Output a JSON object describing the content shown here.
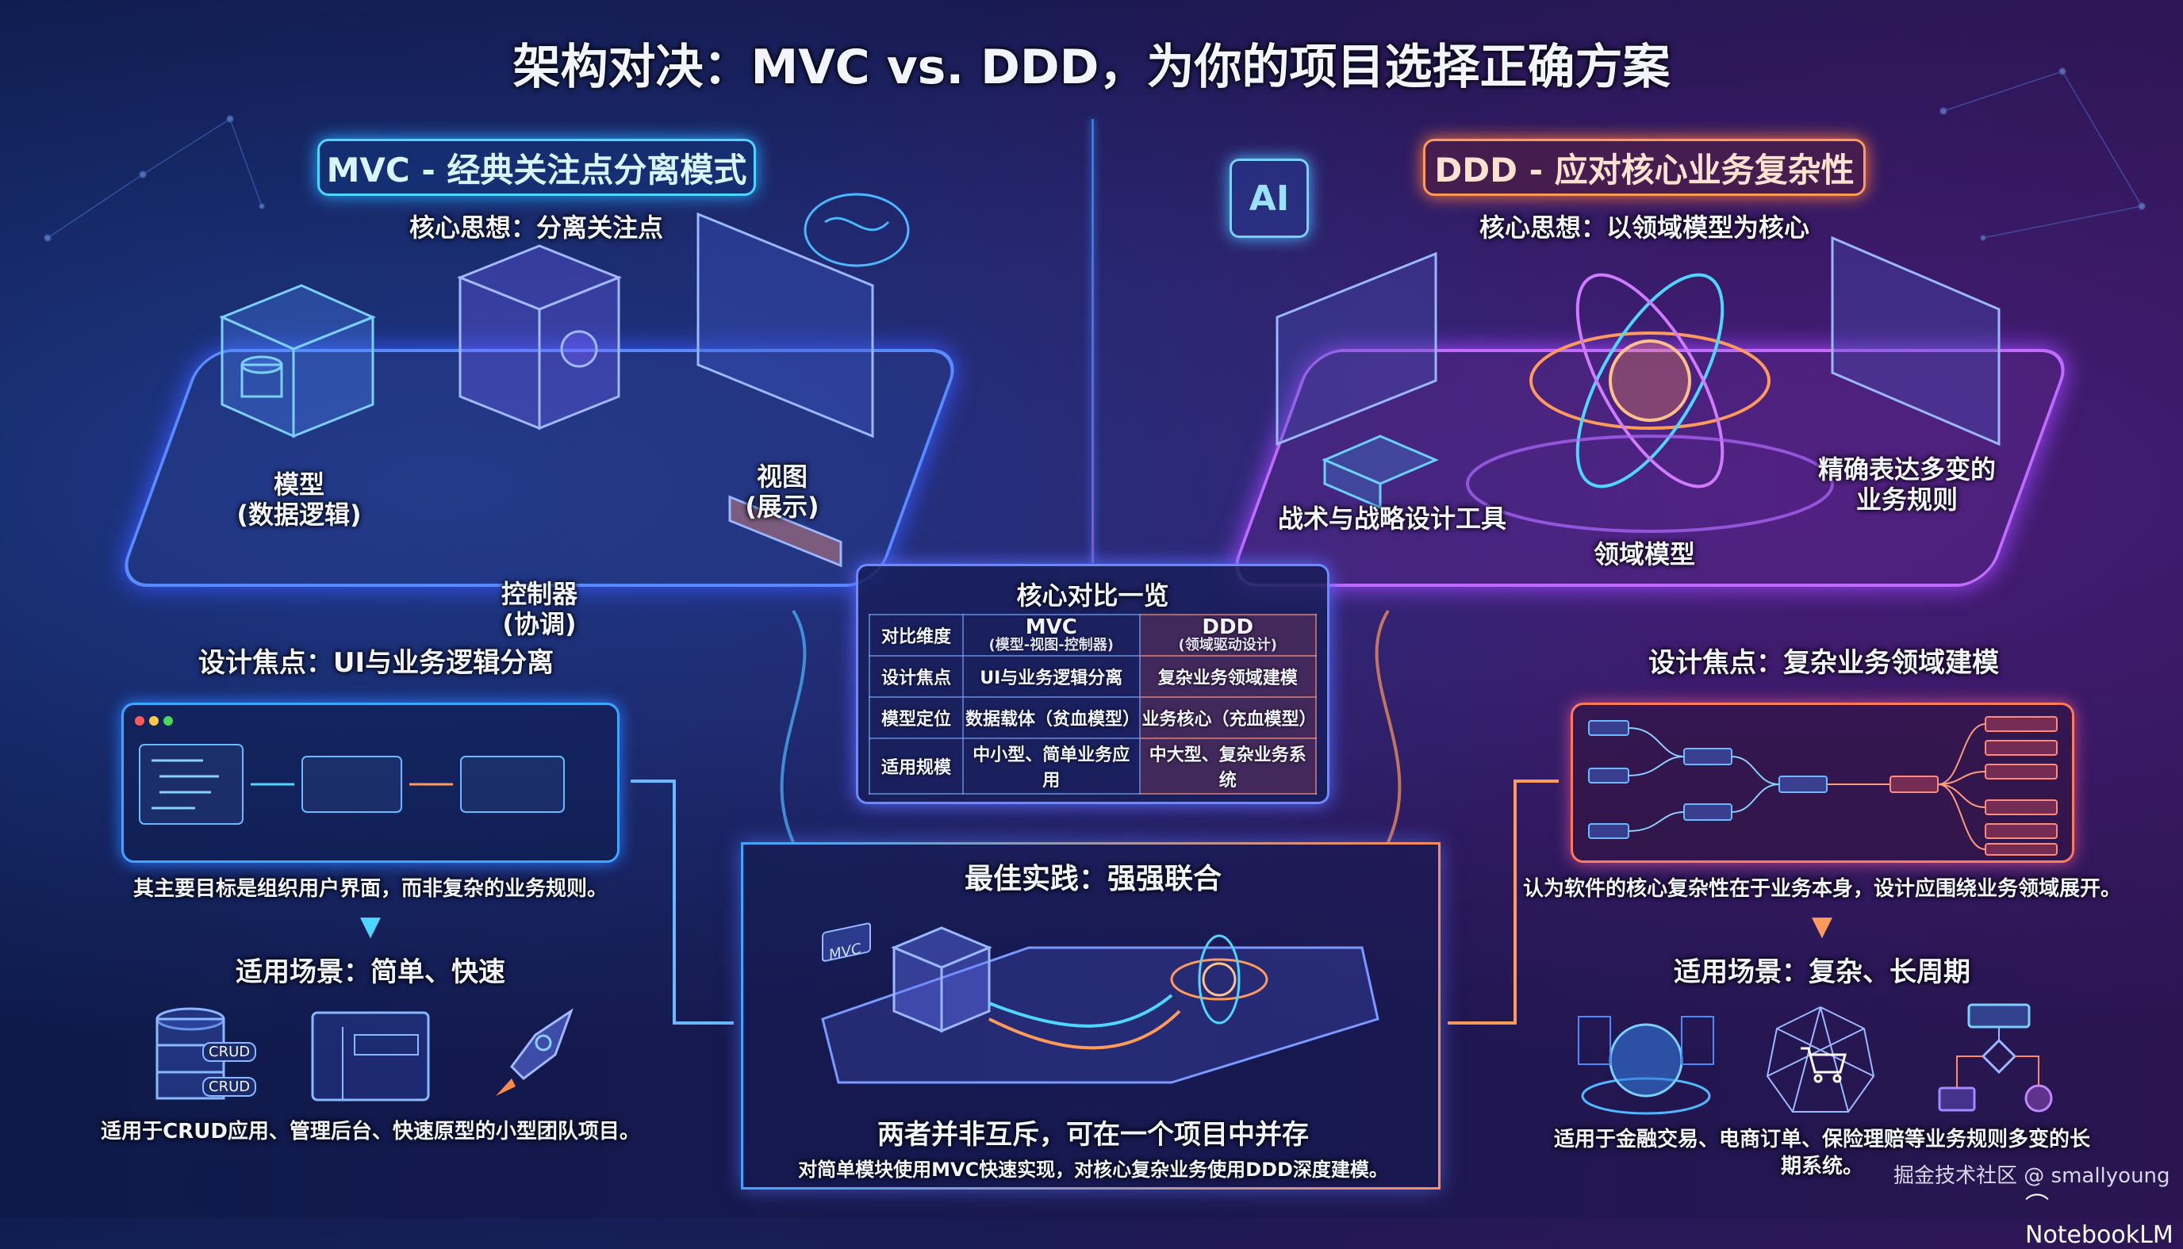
{
  "title": "架构对决：MVC vs. DDD，为你的项目选择正确方案",
  "mvc": {
    "header": "MVC - 经典关注点分离模式",
    "core_idea": "核心思想：分离关注点",
    "model_label": "模型\n(数据逻辑)",
    "model_line1": "模型",
    "model_line2": "(数据逻辑)",
    "view_line1": "视图",
    "view_line2": "(展示)",
    "controller_line1": "控制器",
    "controller_line2": "(协调)",
    "design_focus": "设计焦点：UI与业务逻辑分离",
    "description": "其主要目标是组织用户界面，而非复杂的业务规则。",
    "scenario_title": "适用场景：简单、快速",
    "crud_badge_1": "CRUD",
    "crud_badge_2": "CRUD",
    "scenario_caption": "适用于CRUD应用、管理后台、快速原型的小型团队项目。",
    "accent": "#4fd6ff"
  },
  "ddd": {
    "header": "DDD - 应对核心业务复杂性",
    "core_idea": "核心思想：以领域模型为核心",
    "ai_badge": "AI",
    "tools_label": "战术与战略设计工具",
    "rules_line1": "精确表达多变的",
    "rules_line2": "业务规则",
    "domain_model_label": "领域模型",
    "design_focus": "设计焦点：复杂业务领域建模",
    "description": "认为软件的核心复杂性在于业务本身，设计应围绕业务领域展开。",
    "scenario_title": "适用场景：复杂、长周期",
    "scenario_caption_line1": "适用于金融交易、电商订单、保险理赔等业务规则多变的长",
    "scenario_caption_line2": "期系统。",
    "accent": "#ff9a5a"
  },
  "comparison": {
    "title": "核心对比一览",
    "header": {
      "dimension": "对比维度",
      "mvc": "MVC",
      "mvc_sub": "(模型-视图-控制器)",
      "ddd": "DDD",
      "ddd_sub": "(领域驱动设计)"
    },
    "rows": [
      {
        "dimension": "设计焦点",
        "mvc": "UI与业务逻辑分离",
        "ddd": "复杂业务领域建模"
      },
      {
        "dimension": "模型定位",
        "mvc": "数据载体（贫血模型）",
        "ddd": "业务核心（充血模型）"
      },
      {
        "dimension": "适用规模",
        "mvc": "中小型、简单业务应用",
        "ddd": "中大型、复杂业务系统"
      }
    ]
  },
  "best_practice": {
    "title": "最佳实践：强强联合",
    "mvc_tag": "MVC",
    "headline": "两者并非互斥，可在一个项目中并存",
    "detail": "对简单模块使用MVC快速实现，对核心复杂业务使用DDD深度建模。"
  },
  "footer": {
    "watermark": "掘金技术社区 @ smallyoung",
    "brand": "NotebookLM"
  }
}
